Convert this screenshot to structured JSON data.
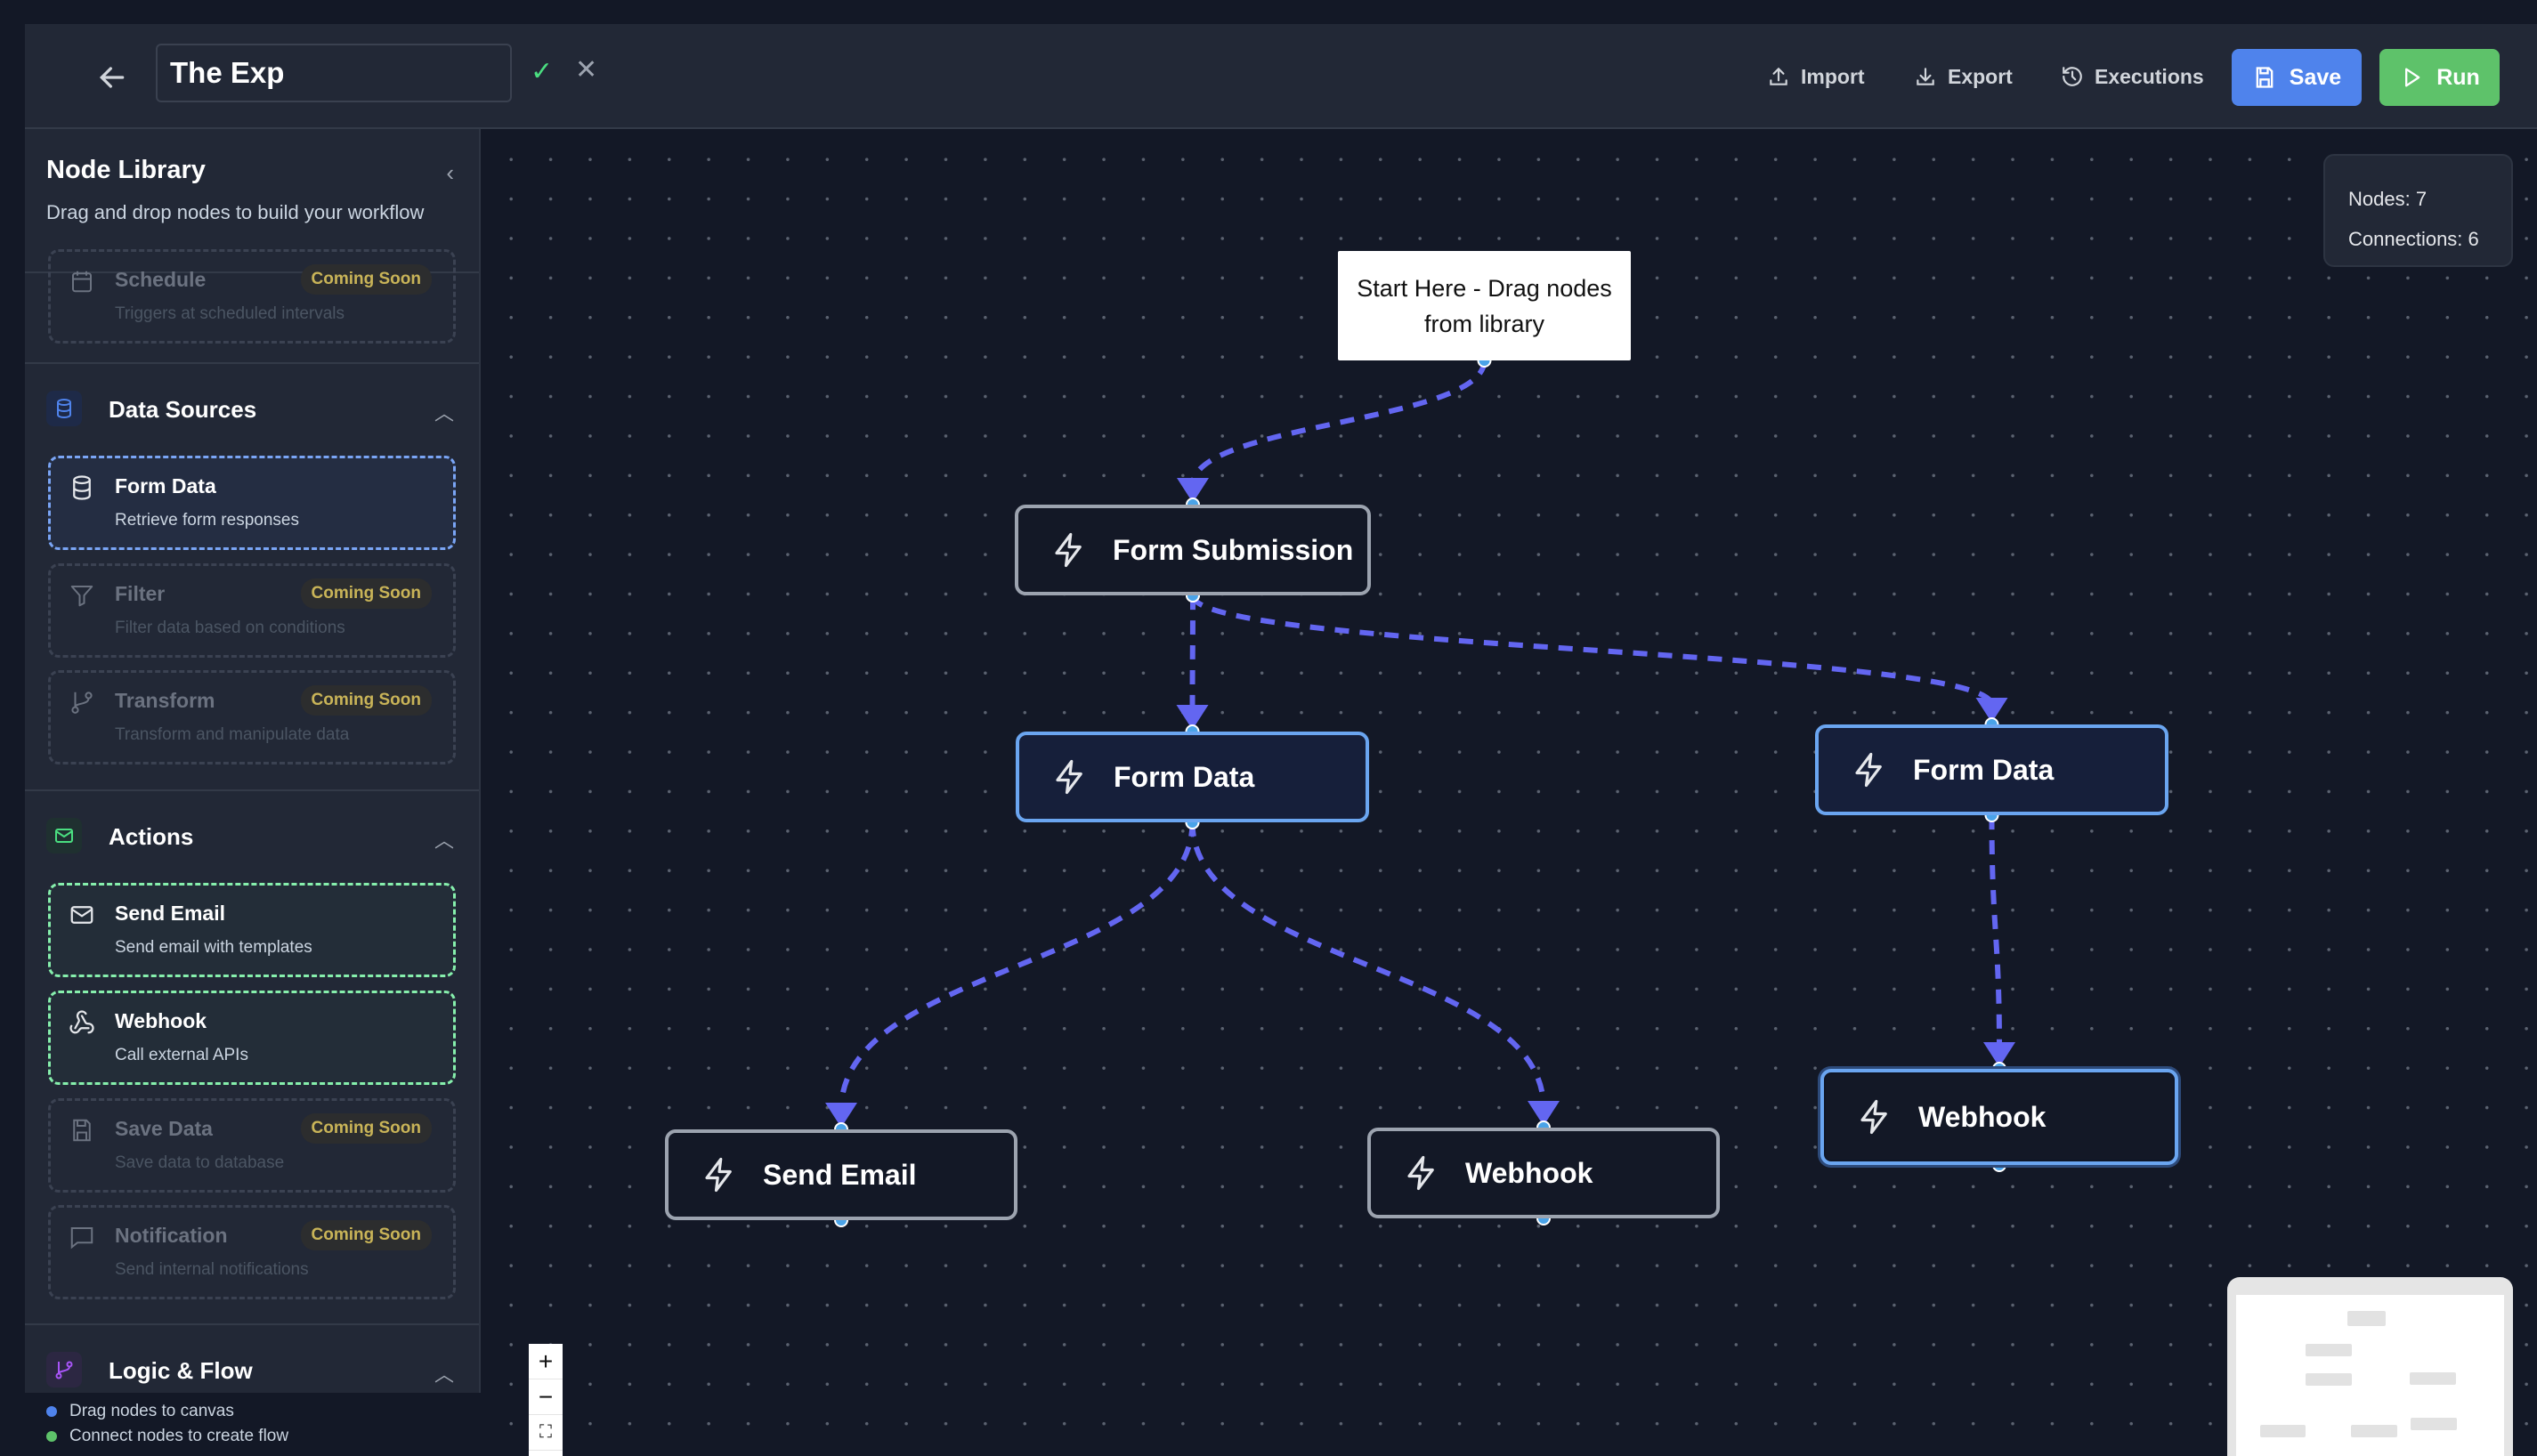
{
  "header": {
    "title": "The Exp",
    "confirm_icon": "check-icon",
    "cancel_icon": "x-icon",
    "import_label": "Import",
    "export_label": "Export",
    "executions_label": "Executions",
    "save_label": "Save",
    "run_label": "Run",
    "save_color": "#4f83ec",
    "run_color": "#5ec26a"
  },
  "sidebar": {
    "title": "Node Library",
    "subtitle": "Drag and drop nodes to build your workflow",
    "badge": "Coming Soon",
    "schedule": {
      "title": "Schedule",
      "desc": "Triggers at scheduled intervals"
    },
    "sections": [
      {
        "title": "Data Sources",
        "items": [
          {
            "title": "Form Data",
            "desc": "Retrieve form responses"
          },
          {
            "title": "Filter",
            "desc": "Filter data based on conditions"
          },
          {
            "title": "Transform",
            "desc": "Transform and manipulate data"
          }
        ]
      },
      {
        "title": "Actions",
        "items": [
          {
            "title": "Send Email",
            "desc": "Send email with templates"
          },
          {
            "title": "Webhook",
            "desc": "Call external APIs"
          },
          {
            "title": "Save Data",
            "desc": "Save data to database"
          },
          {
            "title": "Notification",
            "desc": "Send internal notifications"
          }
        ]
      },
      {
        "title": "Logic & Flow"
      }
    ],
    "tips": [
      "Drag nodes to canvas",
      "Connect nodes to create flow"
    ]
  },
  "canvas": {
    "start_note": "Start Here - Drag nodes from library",
    "nodes": [
      {
        "id": "fs",
        "label": "Form Submission"
      },
      {
        "id": "fd1",
        "label": "Form Data"
      },
      {
        "id": "fd2",
        "label": "Form Data"
      },
      {
        "id": "se",
        "label": "Send Email"
      },
      {
        "id": "wh1",
        "label": "Webhook"
      },
      {
        "id": "wh2",
        "label": "Webhook"
      }
    ],
    "edges": [
      [
        "start",
        "fs"
      ],
      [
        "fs",
        "fd1"
      ],
      [
        "fs",
        "fd2"
      ],
      [
        "fd1",
        "se"
      ],
      [
        "fd1",
        "wh1"
      ],
      [
        "fd2",
        "wh2"
      ]
    ],
    "edge_color": "#6366f1",
    "handle_color": "#4aa3e8",
    "stats": {
      "nodes": "Nodes: 7",
      "connections": "Connections: 6"
    }
  }
}
